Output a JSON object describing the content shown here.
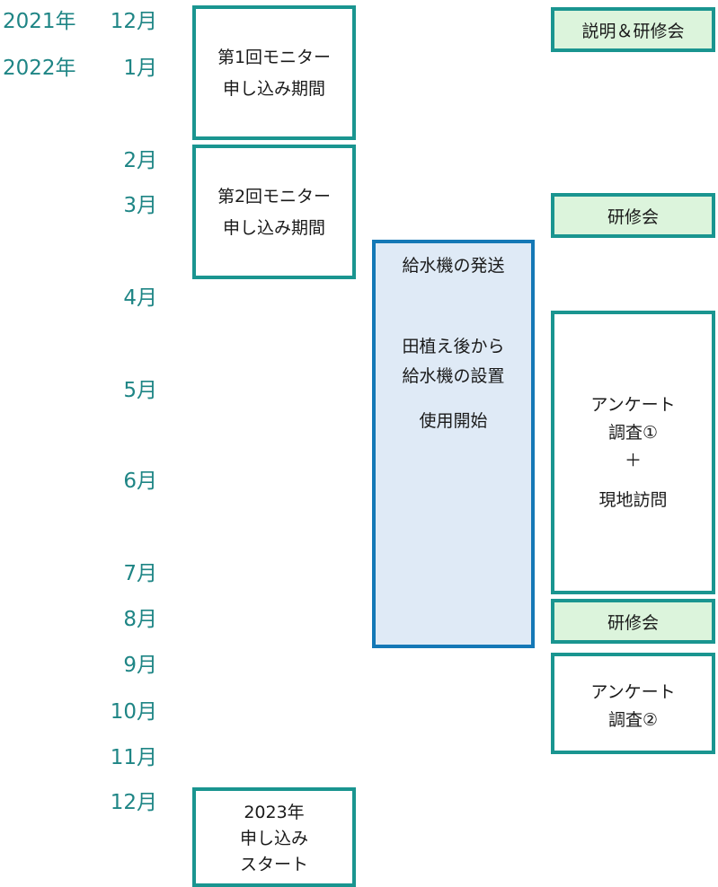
{
  "timeline": {
    "rows": [
      {
        "year": "2021年",
        "month": "12月"
      },
      {
        "year": "2022年",
        "month": "1月"
      },
      {
        "year": "",
        "month": "2月"
      },
      {
        "year": "",
        "month": "3月"
      },
      {
        "year": "",
        "month": "4月"
      },
      {
        "year": "",
        "month": "5月"
      },
      {
        "year": "",
        "month": "6月"
      },
      {
        "year": "",
        "month": "7月"
      },
      {
        "year": "",
        "month": "8月"
      },
      {
        "year": "",
        "month": "9月"
      },
      {
        "year": "",
        "month": "10月"
      },
      {
        "year": "",
        "month": "11月"
      },
      {
        "year": "",
        "month": "12月"
      }
    ]
  },
  "monitor_column": {
    "first": {
      "line1": "第1回モニター",
      "line2": "申し込み期間"
    },
    "second": {
      "line1": "第2回モニター",
      "line2": "申し込み期間"
    },
    "next_year": {
      "line1": "2023年",
      "line2": "申し込み",
      "line3": "スタート"
    }
  },
  "device_column": {
    "line1": "給水機の発送",
    "line2": "田植え後から",
    "line3": "給水機の設置",
    "line4": "使用開始"
  },
  "event_column": {
    "briefing": "説明＆研修会",
    "training_march": "研修会",
    "survey1": {
      "line1": "アンケート",
      "line2": "調査①",
      "line3": "＋",
      "line4": "現地訪問"
    },
    "training_august": "研修会",
    "survey2": {
      "line1": "アンケート",
      "line2": "調査②"
    }
  },
  "colors": {
    "month_text": "#1e8585",
    "teal_border": "#1a9590",
    "blue_border": "#1478b6",
    "green_fill": "#dcf4dc",
    "blue_fill": "#dfeaf6"
  }
}
